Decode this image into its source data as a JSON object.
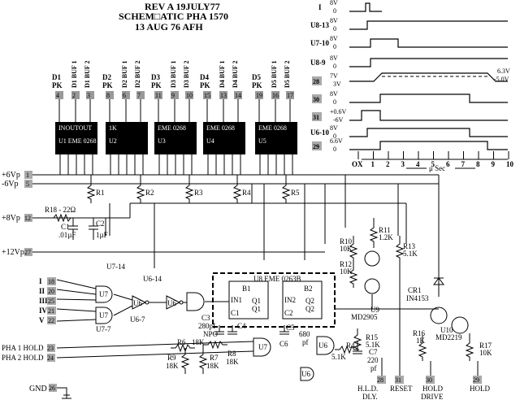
{
  "header": {
    "line1": "REV A 19JULY77",
    "line2": "SCHEM□ATIC PHA 1570",
    "line3": "13 AUG 76 AFH"
  },
  "power": {
    "p6": "+6Vp",
    "m6": "-6Vp",
    "p8": "+8Vp",
    "p12": "+12Vp",
    "gnd": "GND",
    "pin1": "1",
    "pin5": "5",
    "pin12": "12",
    "pin27": "27",
    "pin26": "26"
  },
  "buffers": [
    {
      "pk": "D1",
      "pk2": "PK",
      "b1": "D1 BUF 1",
      "b2": "D1 BUF 2",
      "p": [
        "4",
        "2",
        "3"
      ],
      "name": "U1 EME 0268",
      "extra": "INOUTOUT"
    },
    {
      "pk": "D2",
      "pk2": "PK",
      "b1": "D2 BUF 1",
      "b2": "D2 BUF 2",
      "p": [
        "8",
        "6",
        "7"
      ],
      "name": "U2",
      "extra": "1K"
    },
    {
      "pk": "D3",
      "pk2": "PK",
      "b1": "D3 BUF 1",
      "b2": "D3 BUF 2",
      "p": [
        "11",
        "9",
        "10"
      ],
      "name": "U3",
      "extra": "EME 0268"
    },
    {
      "pk": "D4",
      "pk2": "PK",
      "b1": "D4 BUF 1",
      "b2": "D4 BUF 2",
      "p": [
        "15",
        "13",
        "14"
      ],
      "name": "U4",
      "extra": "EME 0268"
    },
    {
      "pk": "D5",
      "pk2": "PK",
      "b1": "D5 BUF 1",
      "b2": "D5 BUF 2",
      "p": [
        "19",
        "16",
        "17"
      ],
      "name": "U5",
      "extra": "EME 0268"
    }
  ],
  "resistors": {
    "r1": "R1",
    "r2": "R2",
    "r3": "R3",
    "r4": "R4",
    "r5": "R5",
    "r18": "R18 - 22Ω",
    "r11": "R11",
    "r11v": "1.2K",
    "r10": "R10",
    "r10v": "10K",
    "r12": "R12",
    "r12v": "10K",
    "r13": "R13",
    "r13v": "5.1K",
    "r15": "R15",
    "r15v": "5.1K",
    "r4b": "R4",
    "r4bv": "5.1K",
    "r16": "R16",
    "r16v": "1K",
    "r17": "R17",
    "r17v": "10K",
    "r6": "R6",
    "r6v": "18K",
    "r7": "R7",
    "r7v": "18K",
    "r8": "R8",
    "r8v": "18K",
    "r9": "R9",
    "r9v": "18K"
  },
  "caps": {
    "c1": "C1",
    "c1v": ".01µF",
    "c2": "C2",
    "c2v": "1µF",
    "c3": "C3",
    "c3v": "280pf",
    "c4": "C4",
    "c5": "C5",
    "c5v": "680",
    "c6": "C6",
    "c7": "C7",
    "c7v": "220",
    "npo": "NPO",
    "pf": "pf"
  },
  "ics": {
    "u8": "U8 EME 0263B",
    "u7_14": "U7-14",
    "u6_14": "U6-14",
    "b1": "B1",
    "c1": "C1",
    "q1": "Q1",
    "in1": "IN1",
    "b2": "B2",
    "c2": "C2",
    "q2": "Q2",
    "in2": "IN2",
    "u7": "U7",
    "u6": "U6",
    "u7_7": "U7-7",
    "u6_7": "U6-7",
    "u9": "U9",
    "u9v": "MD2905",
    "u10": "U10",
    "u10v": "MD2219",
    "cr1": "CR1",
    "cr1v": "IN4153"
  },
  "inputs": [
    {
      "label": "I",
      "pin": "18"
    },
    {
      "label": "II",
      "pin": "20"
    },
    {
      "label": "III",
      "pin": "25"
    },
    {
      "label": "IV",
      "pin": "21"
    },
    {
      "label": "V",
      "pin": "22"
    }
  ],
  "hold": {
    "pha1": "PHA 1 HOLD",
    "pha1pin": "23",
    "pha2": "PHA 2 HOLD",
    "pha2pin": "24"
  },
  "outputs": {
    "hld": "H.L.D.",
    "dly": "DLY.",
    "p28": "28",
    "reset": "RESET",
    "p31": "31",
    "hold": "HOLD",
    "drive": "DRIVE",
    "p30": "30",
    "holdr": "HOLD",
    "p29": "29"
  },
  "timing": {
    "rows": [
      {
        "name": "I",
        "hi": "8V",
        "lo": "0"
      },
      {
        "name": "U8-13",
        "hi": "8V",
        "lo": "0"
      },
      {
        "name": "U7-10",
        "hi": "8V",
        "lo": "0"
      },
      {
        "name": "U8-9",
        "hi": "8V",
        "lo": "0"
      },
      {
        "name": "28",
        "hi": "7V",
        "lo": "3V"
      },
      {
        "name": "30",
        "hi": "8V",
        "lo": "0"
      },
      {
        "name": "31",
        "hi": "+0.6V",
        "lo": "-6V"
      },
      {
        "name": "U6-10",
        "hi": "8V",
        "lo": "0"
      },
      {
        "name": "29",
        "hi": "6.6V",
        "lo": "0"
      }
    ],
    "v63": "6.3V",
    "v50": "-5.0V",
    "ticks": [
      "OX",
      "1",
      "2",
      "3",
      "4",
      "5",
      "6",
      "7",
      "8",
      "9",
      "10"
    ],
    "unit": "μ Sec"
  }
}
